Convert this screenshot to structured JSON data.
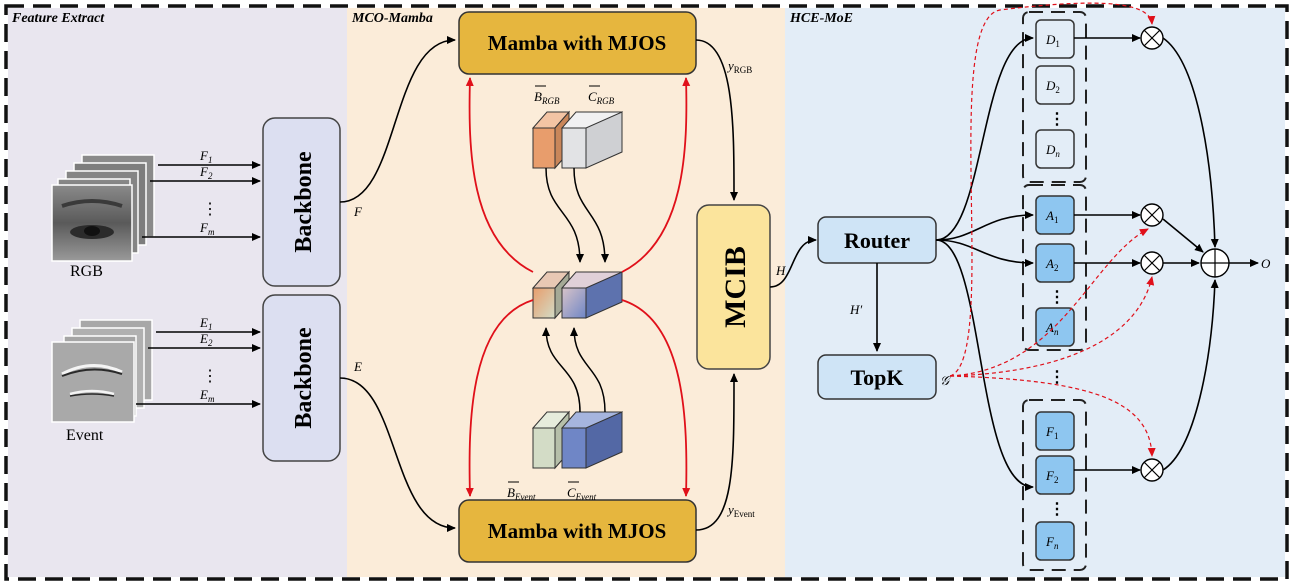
{
  "sections": {
    "feature_extract": "Feature Extract",
    "mco_mamba": "MCO-Mamba",
    "hce_moe": "HCE-MoE"
  },
  "inputs": {
    "rgb_label": "RGB",
    "event_label": "Event",
    "rgb_features": {
      "f1": "F",
      "s1": "1",
      "f2": "F",
      "s2": "2",
      "dots": "⋮",
      "fm": "F",
      "sm": "m"
    },
    "event_features": {
      "e1": "E",
      "s1": "1",
      "e2": "E",
      "s2": "2",
      "dots": "⋮",
      "em": "E",
      "sm": "m"
    }
  },
  "backbone": {
    "top_label": "Backbone",
    "bottom_label": "Backbone",
    "top_out": "F",
    "bottom_out": "E"
  },
  "mamba": {
    "top_label": "Mamba with MJOS",
    "bottom_label": "Mamba with MJOS",
    "y_rgb": "y",
    "y_rgb_sub": "RGB",
    "y_event": "y",
    "y_event_sub": "Event",
    "b_rgb": "B",
    "b_rgb_sub": "RGB",
    "c_rgb": "C",
    "c_rgb_sub": "RGB",
    "b_event": "B",
    "b_event_sub": "Event",
    "c_event": "C",
    "c_event_sub": "Event"
  },
  "mcib": {
    "label": "MCIB",
    "out": "H"
  },
  "router": {
    "label": "Router",
    "h_prime": "H′"
  },
  "topk": {
    "label": "TopK",
    "g": "𝒢"
  },
  "experts": {
    "d": [
      {
        "base": "D",
        "sub": "1"
      },
      {
        "base": "D",
        "sub": "2"
      },
      {
        "base": "D",
        "sub": "n"
      }
    ],
    "a": [
      {
        "base": "A",
        "sub": "1"
      },
      {
        "base": "A",
        "sub": "2"
      },
      {
        "base": "A",
        "sub": "n"
      }
    ],
    "f": [
      {
        "base": "F",
        "sub": "1"
      },
      {
        "base": "F",
        "sub": "2"
      },
      {
        "base": "F",
        "sub": "n"
      }
    ],
    "dots": "⋮"
  },
  "ops": {
    "multiply": "⊗",
    "sum": "⊕",
    "output": "O"
  },
  "colors": {
    "feature_bg": "#e9e6ef",
    "mco_bg": "#fbecd9",
    "hce_bg": "#e3edf7",
    "backbone_fill": "#dcdff1",
    "mamba_fill": "#e6b63e",
    "mcib_fill": "#fbe49c",
    "router_fill": "#cfe4f6",
    "expert_fill": "#8ec6f0",
    "red_arrow": "#e0101a",
    "orange_block": "#e89d6c",
    "blue_block": "#6f86c6",
    "green_block": "#d3dcc6",
    "grey_block": "#e2e3e5"
  }
}
